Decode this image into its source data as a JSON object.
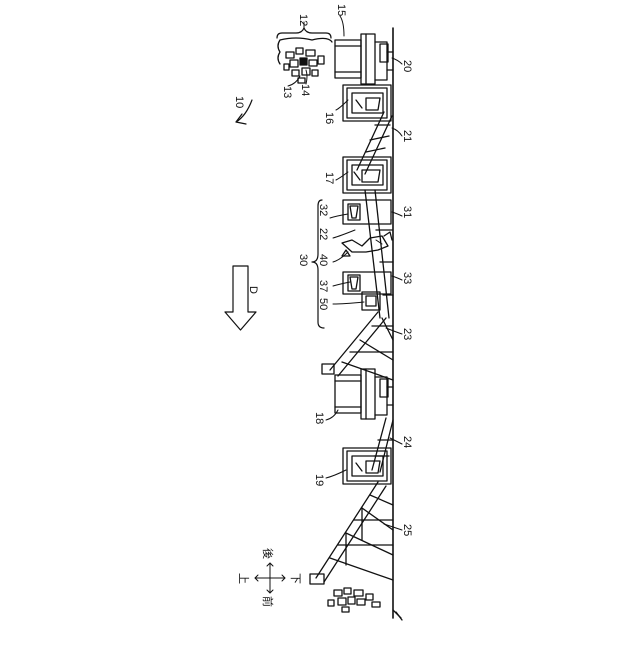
{
  "colors": {
    "ink": "#111111",
    "paper": "#ffffff"
  },
  "direction": {
    "label": "D",
    "icon": "arrow-down-icon"
  },
  "axes": {
    "up": "上",
    "down": "下",
    "front": "前",
    "back": "後"
  },
  "labels": {
    "system": "10",
    "n12": "12",
    "n13": "13",
    "n14": "14",
    "n15": "15",
    "n16": "16",
    "n17": "17",
    "n18": "18",
    "n19": "19",
    "n20": "20",
    "n21": "21",
    "n22": "22",
    "n23": "23",
    "n24": "24",
    "n25": "25",
    "n30": "30",
    "n31": "31",
    "n32": "32",
    "n33": "33",
    "n37": "37",
    "n40": "40",
    "n50": "50"
  }
}
